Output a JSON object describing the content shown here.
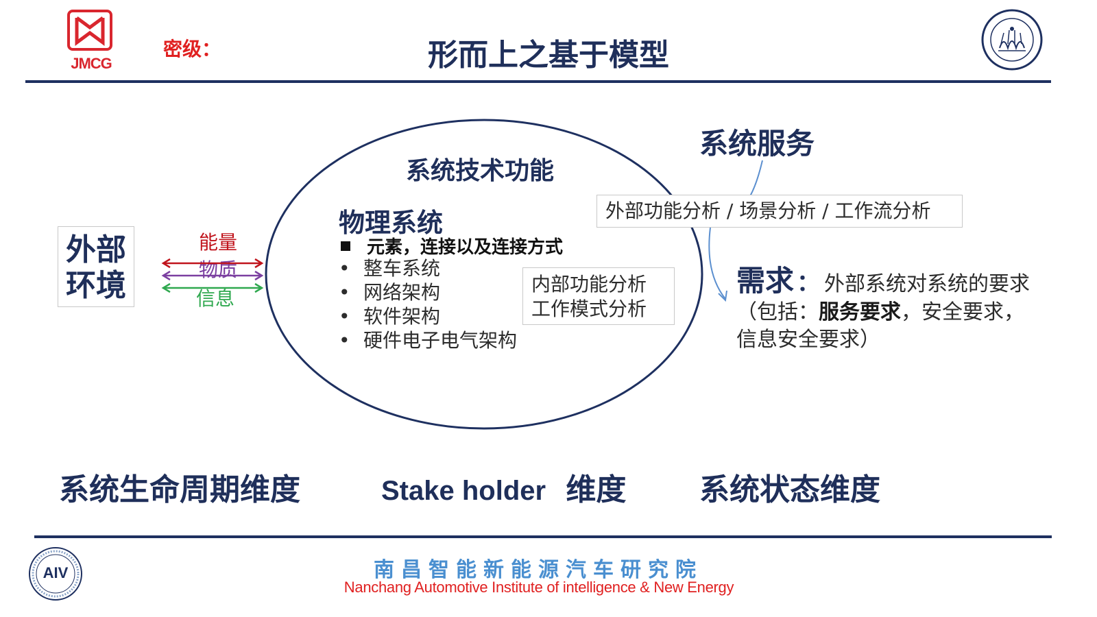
{
  "header": {
    "logo_text": "JMCG",
    "classification_label": "密级：",
    "title": "形而上之基于模型"
  },
  "external_environment": {
    "label_line1": "外部",
    "label_line2": "环境",
    "flows": [
      {
        "label": "能量",
        "color": "#c0141c"
      },
      {
        "label": "物质",
        "color": "#7b3fa0"
      },
      {
        "label": "信息",
        "color": "#2fa84f"
      }
    ]
  },
  "system_circle": {
    "title": "系统技术功能",
    "physical_system": {
      "title": "物理系统",
      "square_item": "元素，连接以及连接方式",
      "bullets": [
        "整车系统",
        "网络架构",
        "软件架构",
        "硬件电子电气架构"
      ]
    },
    "inner_analysis": [
      "内部功能分析",
      "工作模式分析"
    ]
  },
  "system_service": {
    "title": "系统服务",
    "analysis_box": "外部功能分析  / 场景分析  / 工作流分析"
  },
  "requirements": {
    "heading": "需求",
    "colon": "：",
    "description": "外部系统对系统的要求",
    "line2_prefix": "（包括：",
    "line2_bold": "服务要求",
    "line2_suffix": "，安全要求，",
    "line3": "信息安全要求）"
  },
  "dimensions": {
    "lifecycle": "系统生命周期维度",
    "stakeholder_en": "Stake holder",
    "stakeholder_cn": "维度",
    "state": "系统状态维度"
  },
  "footer": {
    "institute_cn": "南昌智能新能源汽车研究院",
    "institute_en": "Nanchang Automotive Institute of intelligence & New Energy",
    "logo_text": "AIV"
  },
  "colors": {
    "navy": "#1f2f5a",
    "rule": "#1e3060",
    "red": "#e02020",
    "footer_blue": "#4a8fd0"
  }
}
